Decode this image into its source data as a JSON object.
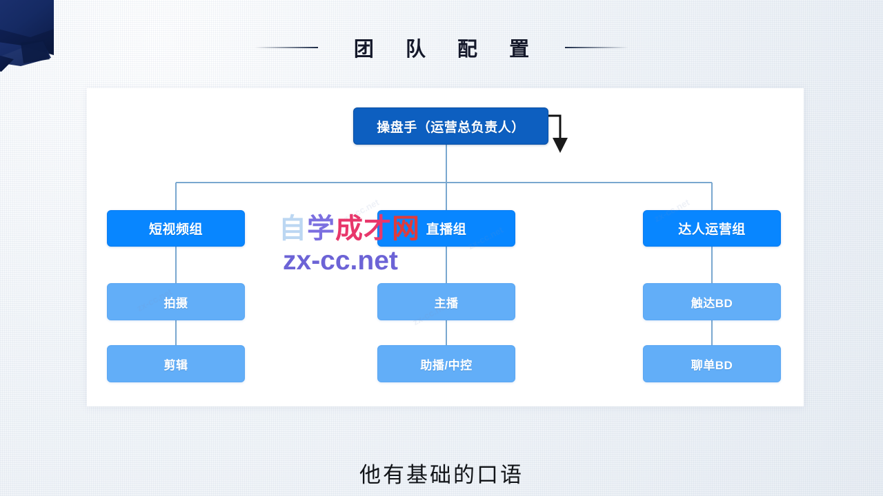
{
  "slide": {
    "title": "团 队 配 置",
    "caption": "他有基础的口语",
    "background_color": "#eef2f7",
    "card_color": "#ffffff"
  },
  "decor": {
    "ribbon_name": "corner-ribbon",
    "ribbon_color": "#16295e",
    "ribbon_color_dark": "#0d1c46",
    "pointer_name": "elbow-arrow-pointer",
    "pointer_color": "#111111"
  },
  "colors": {
    "root": "#0d5fc0",
    "group": "#0886ff",
    "leaf": "#62aef8",
    "connector": "#79a7cf",
    "title": "#14182a"
  },
  "org_chart": {
    "root": {
      "label": "操盘手（运营总负责人）"
    },
    "columns": [
      {
        "group": {
          "label": "短视频组"
        },
        "leaves": [
          {
            "label": "拍摄"
          },
          {
            "label": "剪辑"
          }
        ]
      },
      {
        "group": {
          "label": "直播组"
        },
        "leaves": [
          {
            "label": "主播"
          },
          {
            "label": "助播/中控"
          }
        ]
      },
      {
        "group": {
          "label": "达人运营组"
        },
        "leaves": [
          {
            "label": "触达BD"
          },
          {
            "label": "聊单BD"
          }
        ]
      }
    ]
  },
  "watermark": {
    "line1_chars": [
      "自",
      "学",
      "成",
      "才",
      "网"
    ],
    "line2": "zx-cc.net",
    "ghost_text": "zx-cc.net"
  }
}
